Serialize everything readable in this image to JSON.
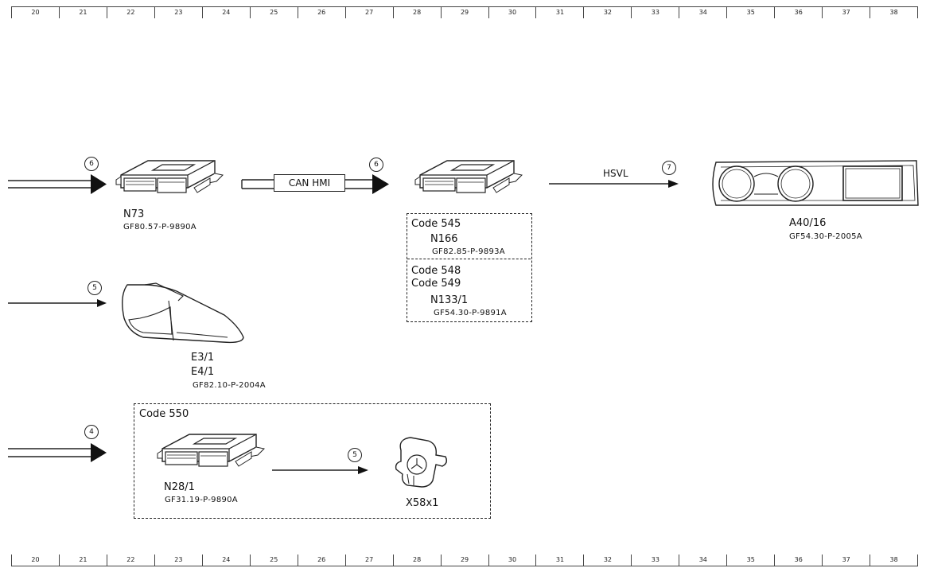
{
  "ruler": [
    "20",
    "21",
    "22",
    "23",
    "24",
    "25",
    "26",
    "27",
    "28",
    "29",
    "30",
    "31",
    "32",
    "33",
    "34",
    "35",
    "36",
    "37",
    "38"
  ],
  "components": {
    "n73": {
      "name": "N73",
      "ref": "GF80.57-P-9890A"
    },
    "code545": {
      "code": "Code 545",
      "name": "N166",
      "ref": "GF82.85-P-9893A"
    },
    "code548": {
      "code1": "Code 548",
      "code2": "Code 549",
      "name": "N133/1",
      "ref": "GF54.30-P-9891A"
    },
    "cluster": {
      "name": "A40/16",
      "ref": "GF54.30-P-2005A"
    },
    "lamp": {
      "name1": "E3/1",
      "name2": "E4/1",
      "ref": "GF82.10-P-2004A"
    },
    "code550": {
      "code": "Code 550"
    },
    "n28": {
      "name": "N28/1",
      "ref": "GF31.19-P-9890A"
    },
    "x58": {
      "name": "X58x1"
    }
  },
  "connections": {
    "can_hmi": "CAN HMI",
    "hsvl": "HSVL"
  },
  "badges": {
    "b1": "6",
    "b2": "6",
    "b3": "7",
    "b4": "5",
    "b5": "4",
    "b6": "5"
  }
}
